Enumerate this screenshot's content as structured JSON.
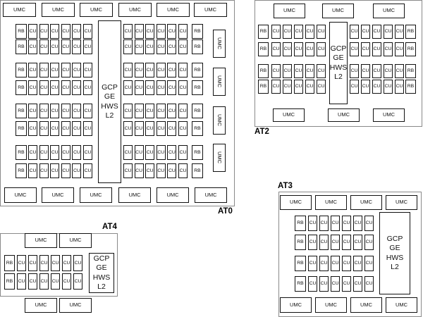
{
  "block_labels": {
    "memory_controller": "UMC",
    "compute_unit": "CU",
    "render_backend": "RB",
    "core": "GCP\nGE\nHWS\nL2"
  },
  "dies": [
    {
      "label": "AT0",
      "layout": {
        "top_umc": 6,
        "bottom_umc": 6,
        "side_umc": 4,
        "row_pairs": 4,
        "cu_per_row_per_side": 6,
        "rb_each_side": true
      }
    },
    {
      "label": "AT2",
      "layout": {
        "top_umc": 3,
        "bottom_umc": 3,
        "side_umc": 0,
        "row_pairs": 2,
        "cu_per_row_per_side": 5,
        "rb_each_side": true
      }
    },
    {
      "label": "AT3",
      "layout": {
        "top_umc": 4,
        "bottom_umc": 4,
        "side_umc": 0,
        "row_pairs": 2,
        "cu_per_row_per_side": 6,
        "rb_each_side": false
      }
    },
    {
      "label": "AT4",
      "layout": {
        "top_umc": 2,
        "bottom_umc": 2,
        "side_umc": 0,
        "row_pairs": 1,
        "cu_per_row_per_side": 6,
        "rb_each_side": false
      }
    }
  ]
}
